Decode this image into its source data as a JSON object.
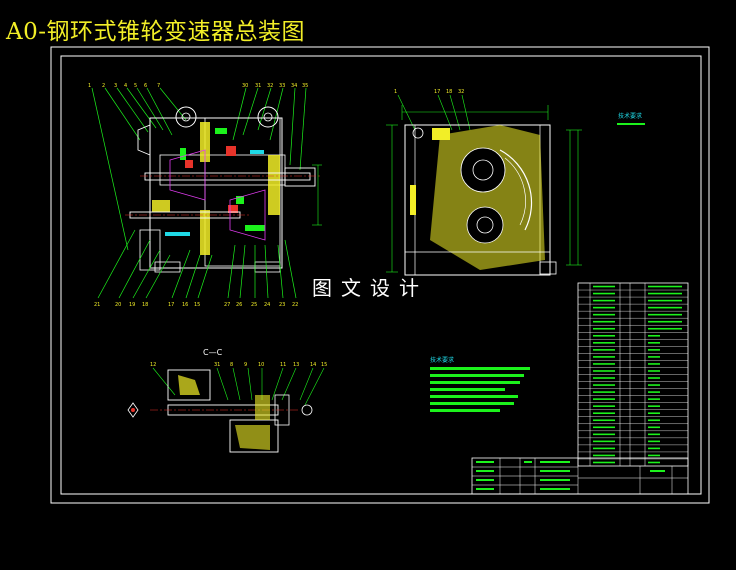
{
  "title": "A0-钢环式锥轮变速器总装图",
  "watermark": "图文设计",
  "section_view_label": "C—C",
  "tech_requirements_small_label": "技术要求",
  "tech_requirements_label": "技术要求",
  "colors": {
    "background": "#000000",
    "frame": "#ffffff",
    "yellow": "#f2ee27",
    "green": "#1cf21c",
    "cyan": "#1fd9e6",
    "red": "#e8332a",
    "magenta": "#e23cf2"
  }
}
